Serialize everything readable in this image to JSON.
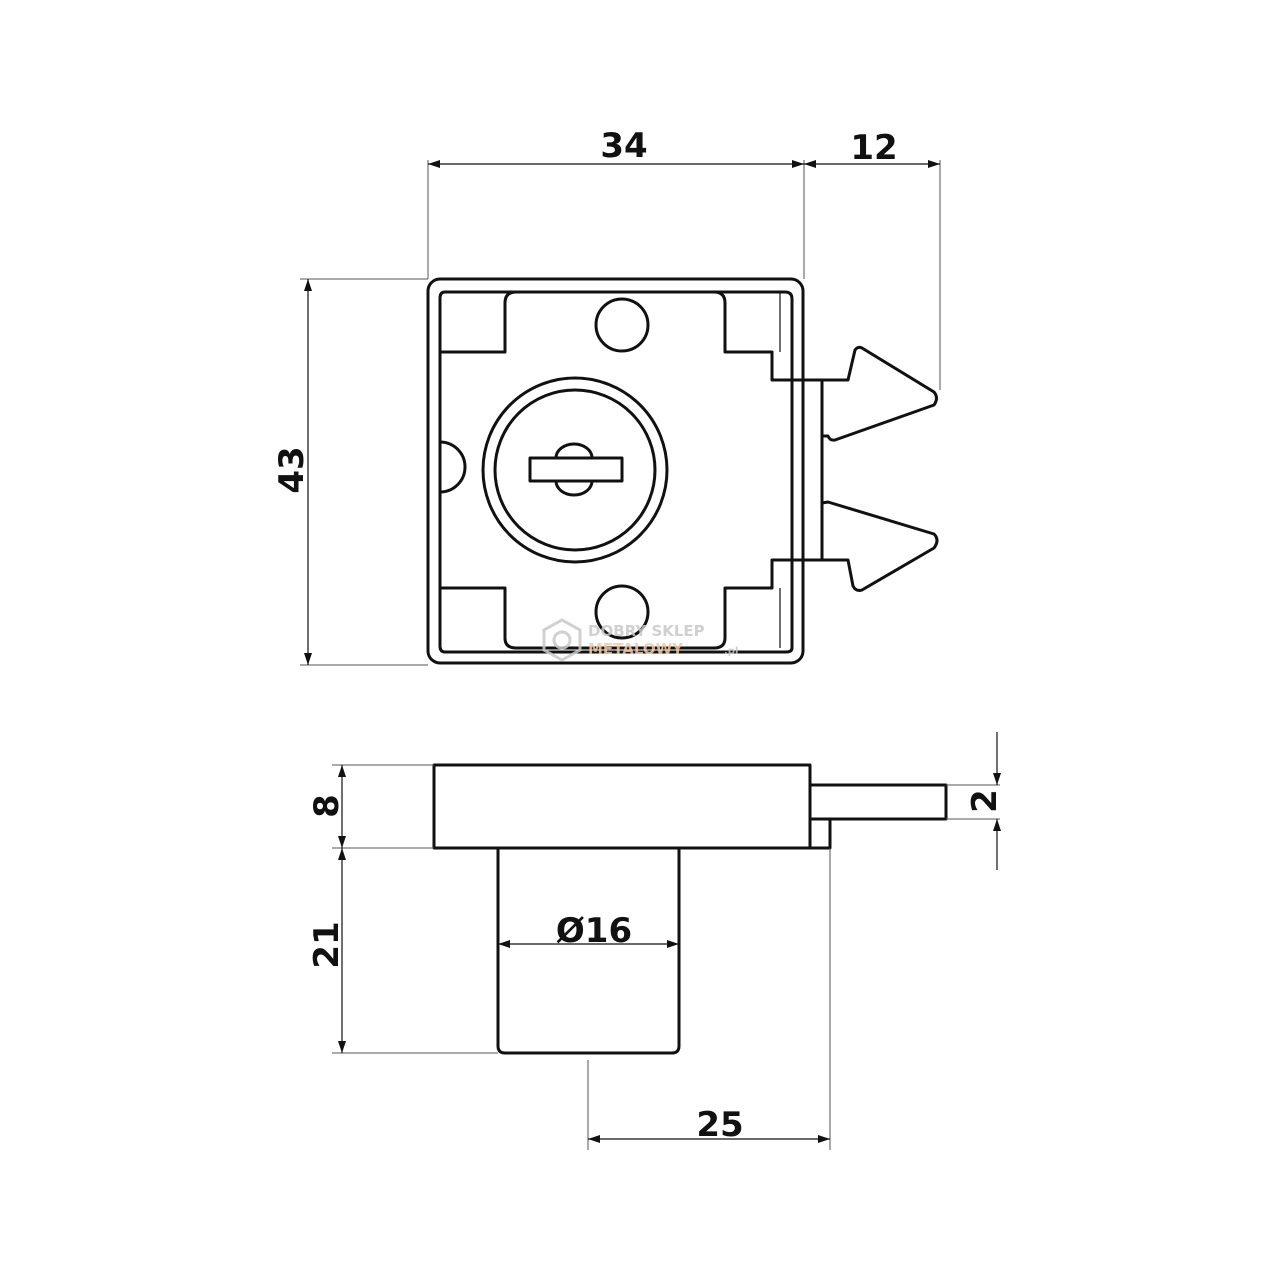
{
  "dimensions": {
    "top_width": "34",
    "bolt_projection": "12",
    "height": "43",
    "plate_thickness": "8",
    "bolt_thickness": "2",
    "cylinder_length": "21",
    "cylinder_diameter": "Ø16",
    "bolt_offset": "25"
  },
  "watermark": {
    "line1": "DOBRY SKLEP",
    "line2": "METALOWY",
    "suffix": ".pl"
  },
  "colors": {
    "line": "#111111",
    "watermark_gray": "#c8c8c8",
    "watermark_accent": "#f2c9a6"
  }
}
